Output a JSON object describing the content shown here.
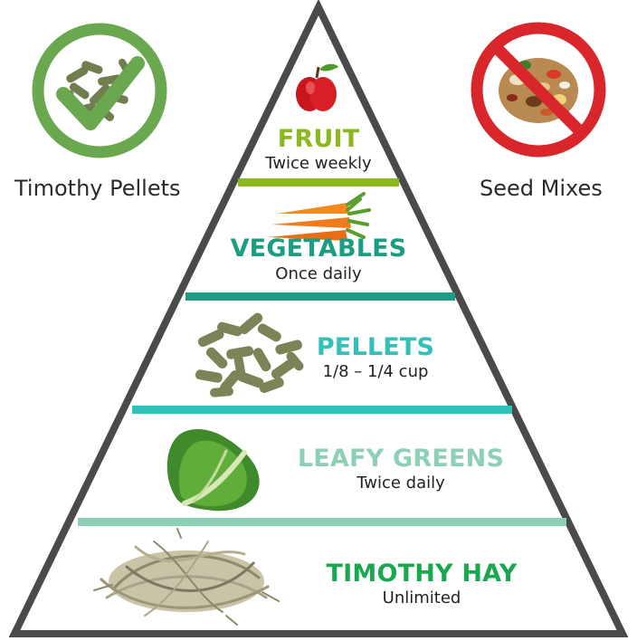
{
  "left_badge": {
    "caption": "Timothy Pellets",
    "status": "recommended",
    "color": "#6aa84f"
  },
  "right_badge": {
    "caption": "Seed Mixes",
    "status": "avoid",
    "color": "#d9262b"
  },
  "pyramid": {
    "outline_color": "#4a4a4a",
    "tiers": [
      {
        "title": "FRUIT",
        "subtitle": "Twice weekly",
        "title_color": "#8bb81f",
        "band_color": "#8bb81f",
        "icon": "apple-icon"
      },
      {
        "title": "VEGETABLES",
        "subtitle": "Once daily",
        "title_color": "#1a9d82",
        "band_color": "#1a9d82",
        "icon": "carrots-icon"
      },
      {
        "title": "PELLETS",
        "subtitle": "1/8 – 1/4 cup",
        "title_color": "#32c1b8",
        "band_color": "#32c1b8",
        "icon": "pellets-icon"
      },
      {
        "title": "LEAFY GREENS",
        "subtitle": "Twice daily",
        "title_color": "#8ed0b6",
        "band_color": "#8ed0b6",
        "icon": "lettuce-icon"
      },
      {
        "title": "TIMOTHY HAY",
        "subtitle": "Unlimited",
        "title_color": "#19a84f",
        "band_color": null,
        "icon": "hay-icon"
      }
    ]
  }
}
